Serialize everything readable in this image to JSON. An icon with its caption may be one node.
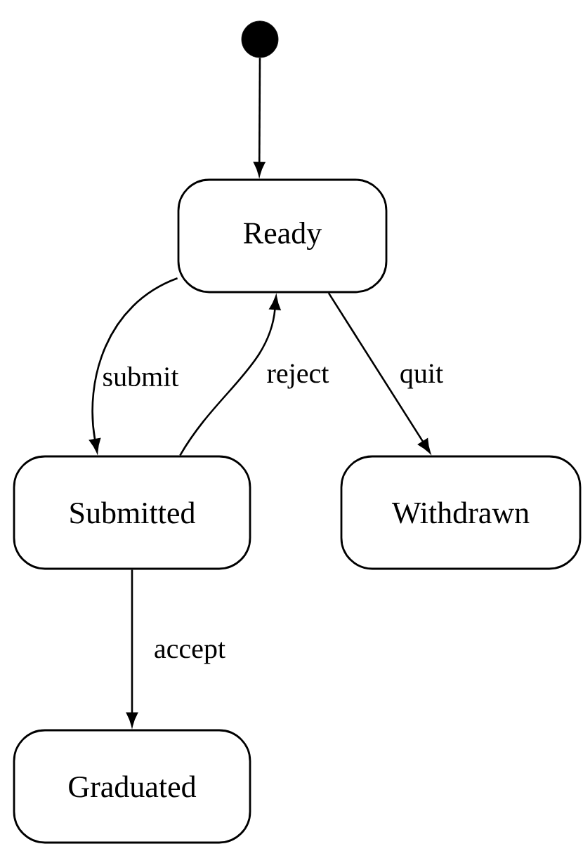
{
  "diagram": {
    "nodes": [
      {
        "text": [],
        "shape": "circle"
      },
      {
        "text": [
          "Ready"
        ]
      },
      {
        "text": [
          "Submitted"
        ]
      },
      {
        "text": [
          "Withdrawn"
        ]
      },
      {
        "text": [
          "Graduated"
        ]
      }
    ],
    "edges": [
      {
        "from": 0,
        "to": 1,
        "arrow": "to"
      },
      {
        "from": 1,
        "to": 2,
        "arrow": "to",
        "label": "submit"
      },
      {
        "from": 2,
        "to": 1,
        "arrow": "to",
        "label": "reject"
      },
      {
        "from": 1,
        "to": 3,
        "arrow": "to",
        "label": "quit"
      },
      {
        "from": 2,
        "to": 4,
        "arrow": "to",
        "label": "accept"
      }
    ]
  }
}
